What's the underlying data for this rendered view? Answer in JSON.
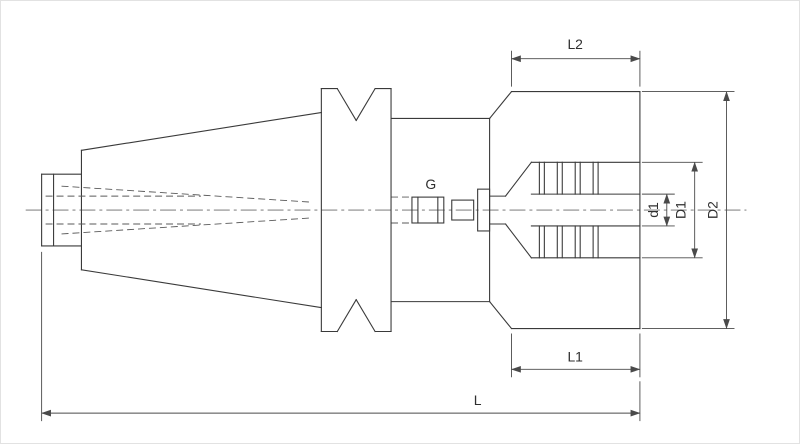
{
  "drawing": {
    "colors": {
      "object_line": "#3a3a3a",
      "hidden_line": "#5a5a5a",
      "dimension_line": "#4a4a4a",
      "background": "#ffffff"
    },
    "labels": {
      "length_top": "L2",
      "thread": "G",
      "bore_small": "d1",
      "bore_large": "D1",
      "outer_diameter": "D2",
      "length_front": "L1",
      "length_overall": "L"
    }
  }
}
